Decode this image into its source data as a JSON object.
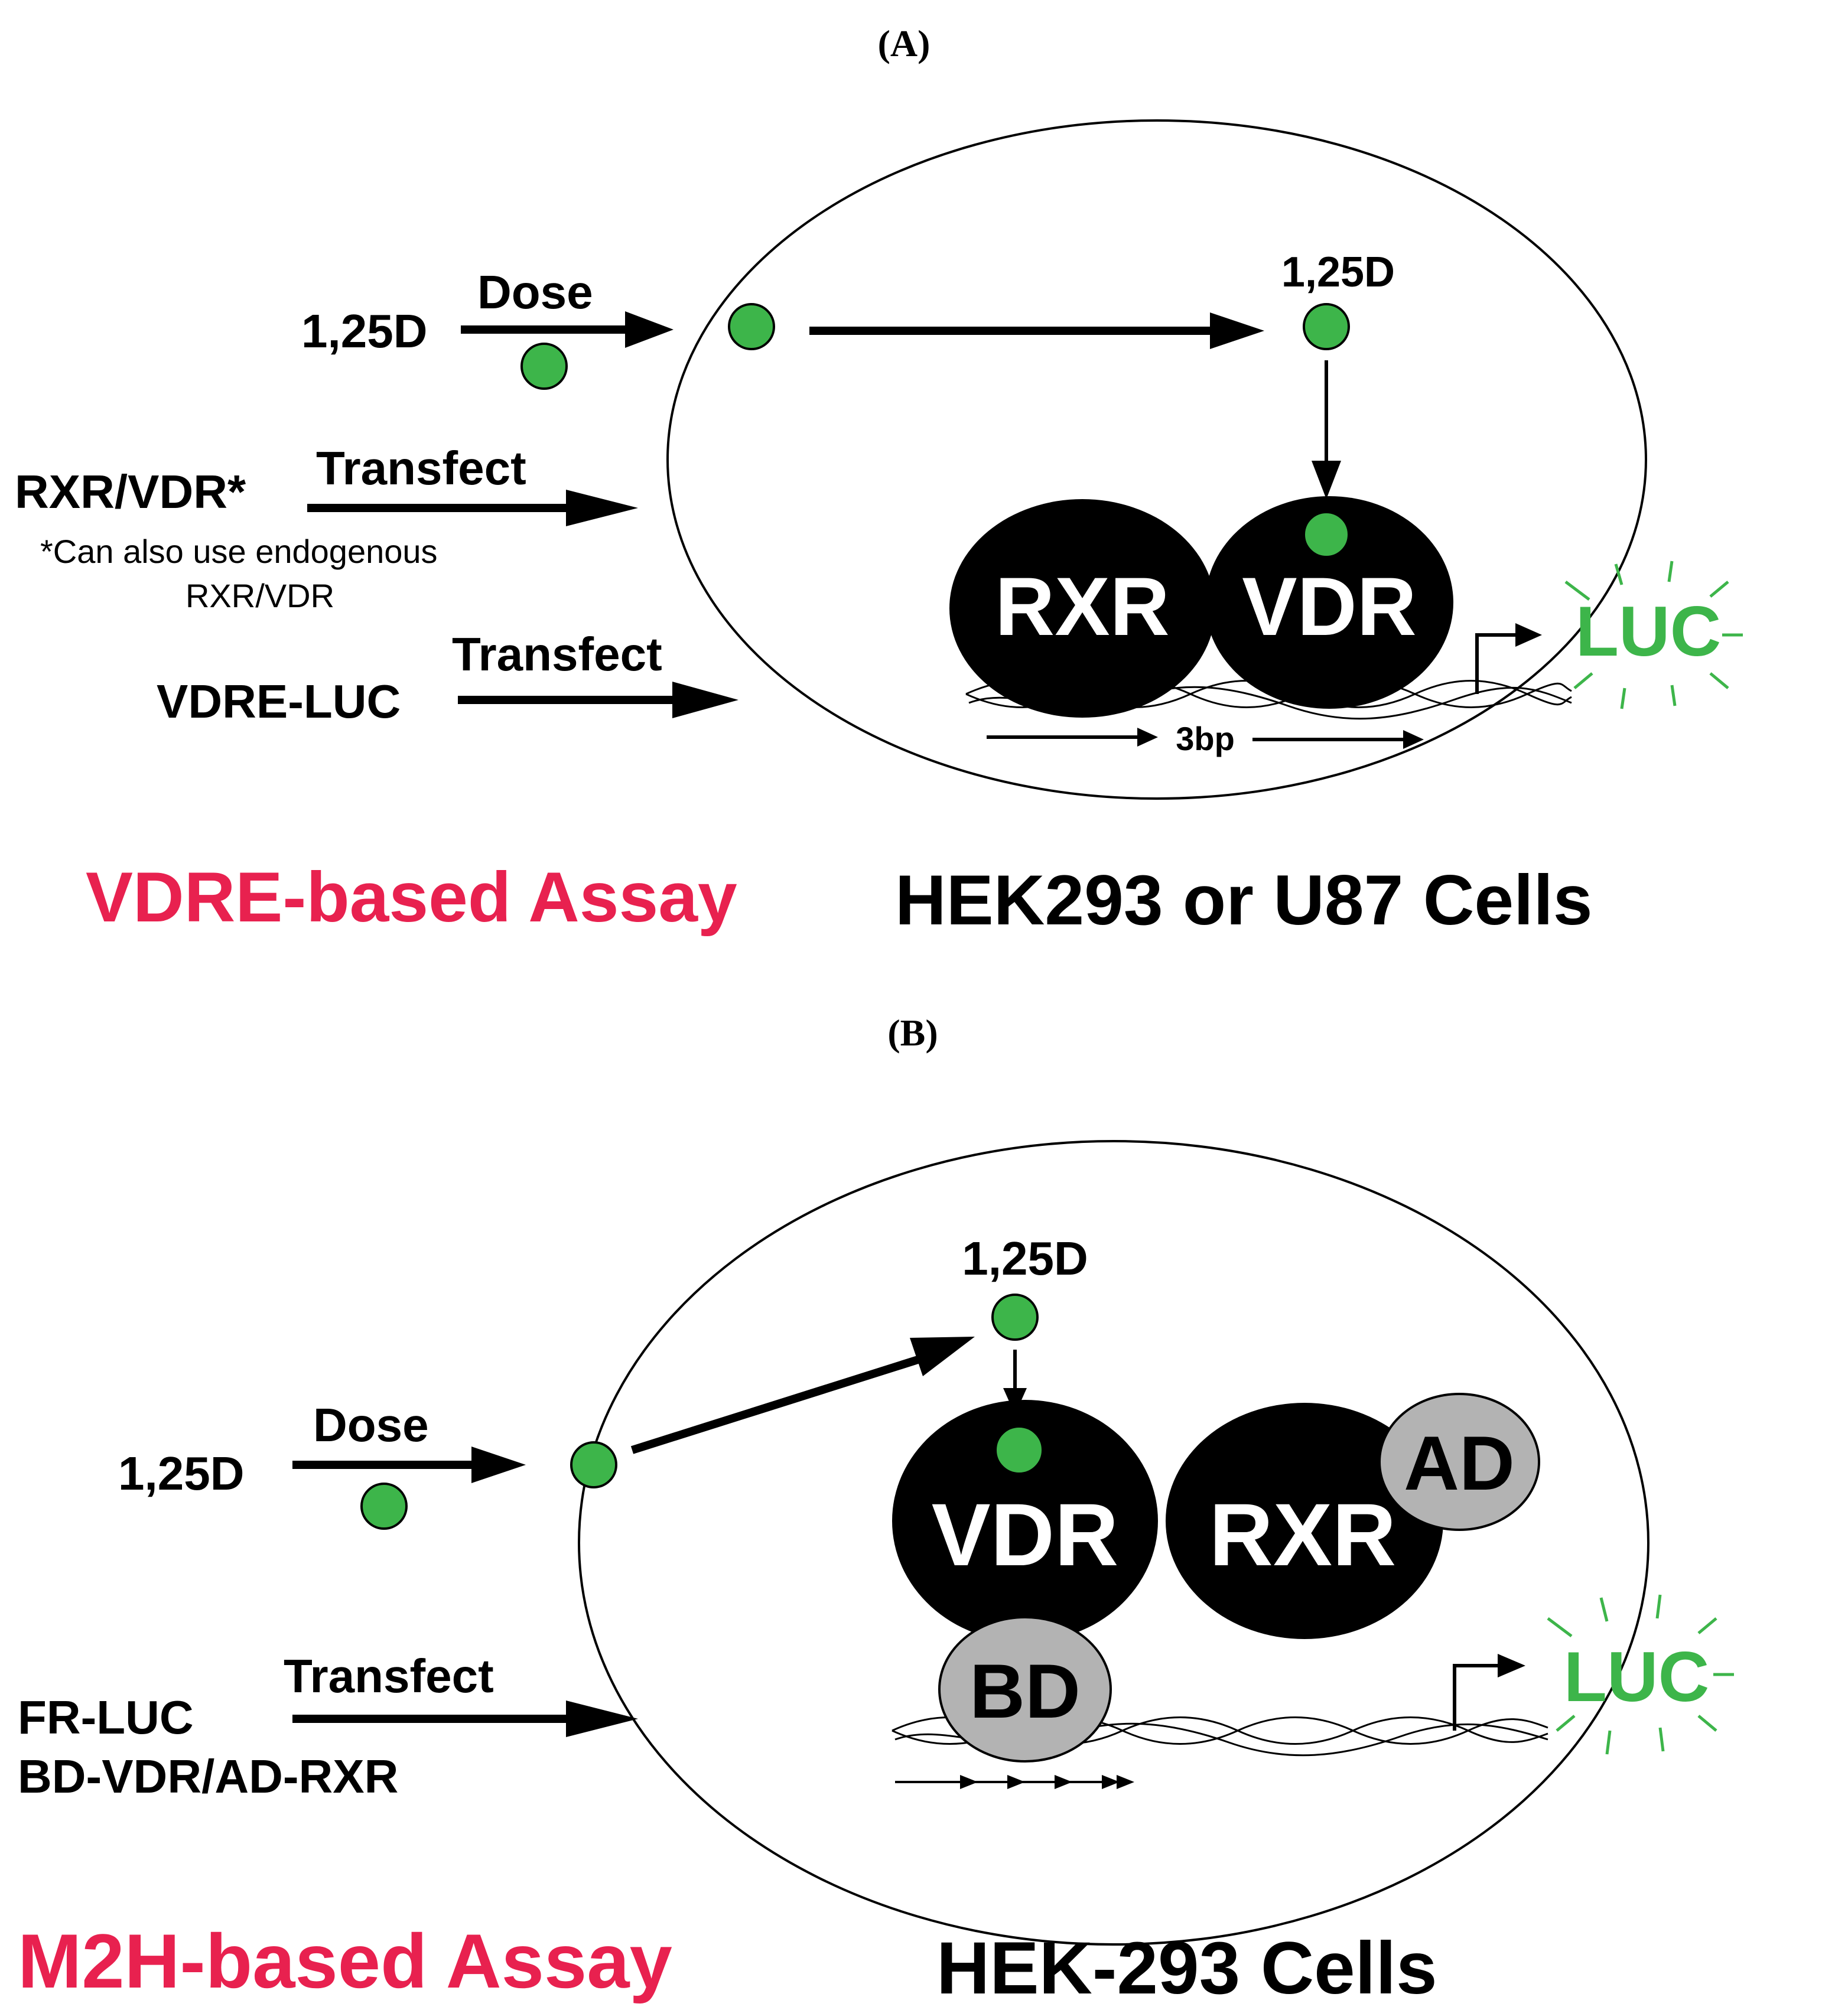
{
  "colors": {
    "ligand": "#3db54a",
    "luc": "#3db54a",
    "assay_title": "#e8214f",
    "protein": "#000000",
    "domain": "#b3b3b3"
  },
  "panel_a": {
    "label": "(A)",
    "ligand_input": "1,25D",
    "dose_label": "Dose",
    "receptor_input": "RXR/VDR*",
    "transfect_label_1": "Transfect",
    "footnote_line1": "*Can also use endogenous",
    "footnote_line2": "RXR/VDR",
    "reporter_input": "VDRE-LUC",
    "transfect_label_2": "Transfect",
    "ligand_inside": "1,25D",
    "protein_1": "RXR",
    "protein_2": "VDR",
    "spacer": "3bp",
    "reporter": "LUC",
    "assay_title": "VDRE-based Assay",
    "cells": "HEK293 or U87 Cells"
  },
  "panel_b": {
    "label": "(B)",
    "ligand_input": "1,25D",
    "dose_label": "Dose",
    "plasmid_line1": "FR-LUC",
    "plasmid_line2": "BD-VDR/AD-RXR",
    "transfect_label": "Transfect",
    "ligand_inside": "1,25D",
    "protein_1": "VDR",
    "protein_2": "RXR",
    "domain_ad": "AD",
    "domain_bd": "BD",
    "reporter": "LUC",
    "assay_title": "M2H-based Assay",
    "cells": "HEK-293 Cells"
  }
}
